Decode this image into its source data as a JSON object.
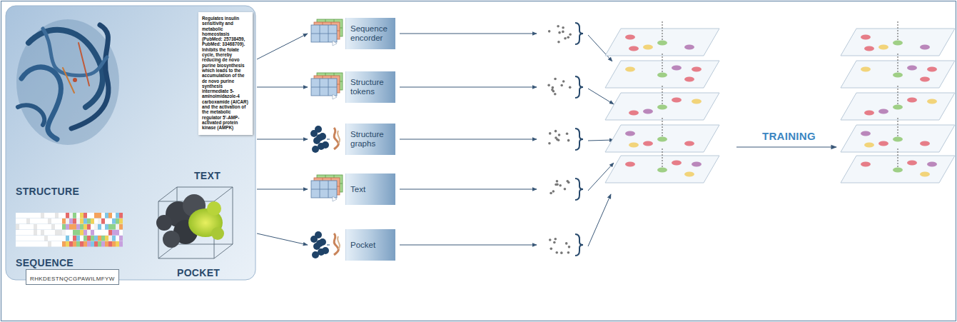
{
  "diagram": {
    "nodes": [
      {
        "text": [
          "STRUCTURE",
          "TEXT",
          "SEQUENCE",
          "POCKET"
        ]
      },
      {
        "text": [
          "Regulates insulin sensitivity and metabolic homeostasis (PubMed: 25738459, PubMed: 33468709). Inhibits the folate cycle, thereby reducing de novo purine biosynthesis which leads to the accumulation of the de novo purine synthesis intermediate 5-aminoimidazole-4 carboxamide (AICAR) and the activation of the metabolic regulator 5'-AMP-activated protein kinase (AMPK)"
        ],
        "in": 0
      },
      {
        "text": [
          "RHKDESTNQCGPAWILMFYW"
        ],
        "in": 0
      },
      {
        "text": [
          "Sequence encorder"
        ]
      },
      {
        "text": [
          "Structure tokens"
        ]
      },
      {
        "text": [
          "Structure graphs"
        ]
      },
      {
        "text": [
          "Text"
        ]
      },
      {
        "text": [
          "Pocket"
        ]
      }
    ],
    "edges": [
      {
        "from": 0,
        "to": 3,
        "arrow": "to"
      },
      {
        "from": 0,
        "to": 4,
        "arrow": "to"
      },
      {
        "from": 0,
        "to": 5,
        "arrow": "to"
      },
      {
        "from": 0,
        "to": 6,
        "arrow": "to"
      },
      {
        "from": 0,
        "to": 7,
        "arrow": "to"
      }
    ],
    "labels": [
      "TRAINING"
    ]
  }
}
